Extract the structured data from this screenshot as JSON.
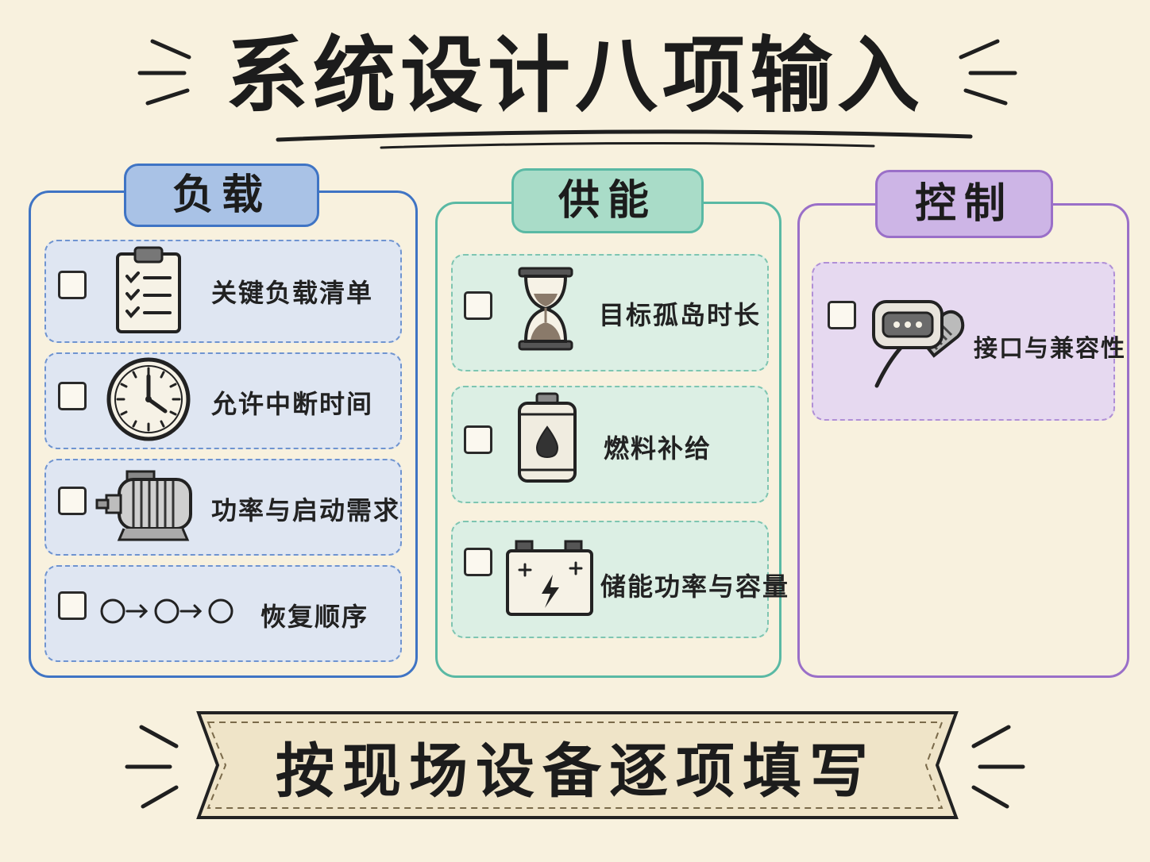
{
  "title": "系统设计八项输入",
  "footer": "按现场设备逐项填写",
  "colors": {
    "background": "#f8f1de",
    "load": "#3f74c4",
    "load_fill": "#dfe6f2",
    "load_tab": "#a9c2e6",
    "supply": "#5ab9a4",
    "supply_fill": "#dcefe4",
    "supply_tab": "#a9dcc8",
    "control": "#9a6fc8",
    "control_fill": "#e6d9f0",
    "control_tab": "#cdb5e6",
    "banner": "#efe4c8"
  },
  "columns": [
    {
      "name": "负载",
      "items": [
        {
          "label": "关键负载清单",
          "icon": "clipboard-checklist-icon",
          "checked": false
        },
        {
          "label": "允许中断时间",
          "icon": "clock-icon",
          "checked": false
        },
        {
          "label": "功率与启动需求",
          "icon": "motor-icon",
          "checked": false
        },
        {
          "label": "恢复顺序",
          "icon": "sequence-arrows-icon",
          "checked": false
        }
      ]
    },
    {
      "name": "供能",
      "items": [
        {
          "label": "目标孤岛时长",
          "icon": "hourglass-icon",
          "checked": false
        },
        {
          "label": "燃料补给",
          "icon": "fuel-tank-icon",
          "checked": false
        },
        {
          "label": "储能功率与容量",
          "icon": "battery-icon",
          "checked": false
        }
      ]
    },
    {
      "name": "控制",
      "items": [
        {
          "label": "接口与兼容性",
          "icon": "connector-plug-icon",
          "checked": false
        }
      ]
    }
  ]
}
